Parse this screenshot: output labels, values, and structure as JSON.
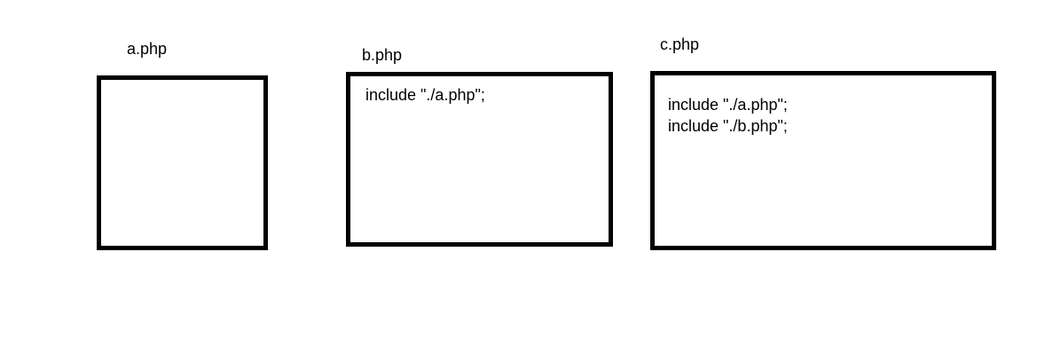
{
  "files": [
    {
      "name": "a.php",
      "lines": []
    },
    {
      "name": "b.php",
      "lines": [
        "include \"./a.php\";"
      ]
    },
    {
      "name": "c.php",
      "lines": [
        "include \"./a.php\";",
        "include \"./b.php\";"
      ]
    }
  ]
}
